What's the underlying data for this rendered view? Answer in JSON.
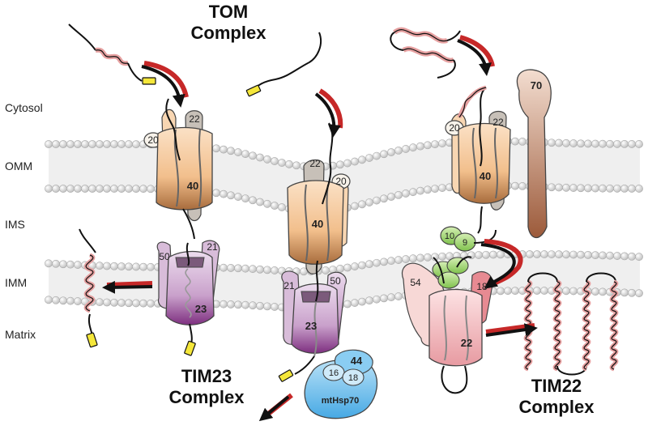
{
  "complex_titles": {
    "tom": {
      "line1": "TOM",
      "line2": "Complex"
    },
    "tim23": {
      "line1": "TIM23",
      "line2": "Complex"
    },
    "tim22": {
      "line1": "TIM22",
      "line2": "Complex"
    }
  },
  "compartments": {
    "cytosol": "Cytosol",
    "omm": "OMM",
    "ims": "IMS",
    "imm": "IMM",
    "matrix": "Matrix"
  },
  "proteins": {
    "tom40": "40",
    "tom20": "20",
    "tom22": "22",
    "tom70": "70",
    "tim50": "50",
    "tim21": "21",
    "tim23": "23",
    "tim44": "44",
    "tim16": "16",
    "tim18": "18",
    "mthsp70": "mtHsp70",
    "tim10": "10",
    "tim9": "9",
    "tim54": "54",
    "tim22_18": "18",
    "tim22": "22"
  },
  "colors": {
    "tom": "#f5c9a0",
    "tom_dark": "#a46a3c",
    "tim23": "#c7a0c8",
    "tim23_dark": "#7e3a7e",
    "tim22": "#f3c1c5",
    "tim22_dark": "#d3747e",
    "small_tims": "#a8d67a",
    "mthsp70": "#7cc3ee",
    "membrane_bead": "#d8d8d8",
    "arrow_red": "#c62828",
    "signal_yellow": "#f5e73a",
    "helix": "#e9a5a5"
  }
}
